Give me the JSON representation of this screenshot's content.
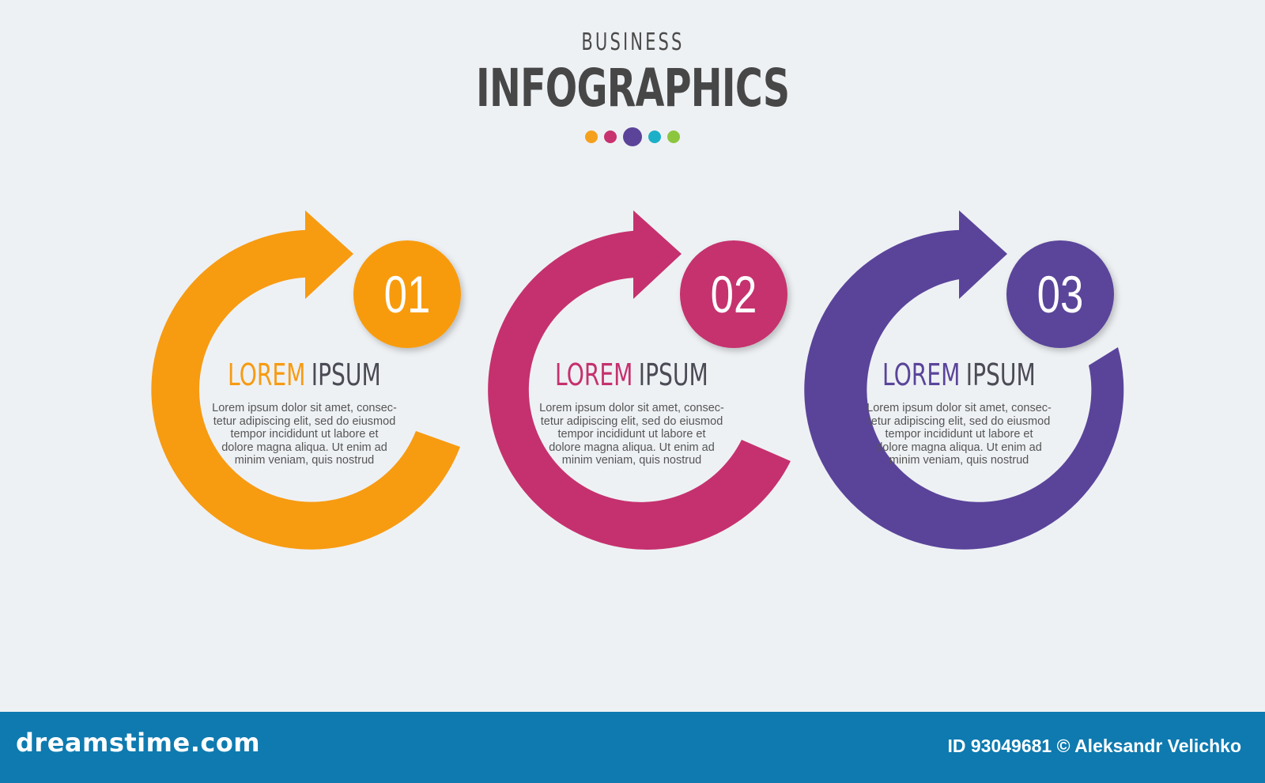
{
  "header": {
    "subtitle": "BUSINESS",
    "title": "INFOGRAPHICS",
    "dot_colors": [
      "#f5a01d",
      "#c8326f",
      "#5b4399",
      "#1bb0c8",
      "#8cc63f"
    ]
  },
  "steps": [
    {
      "number": "01",
      "title_highlight": "LOREM",
      "title_rest": "IPSUM",
      "color": "#f79b11",
      "body_lines": [
        "Lorem ipsum dolor sit amet, consec-",
        "tetur adipiscing elit, sed do eiusmod",
        "tempor incididunt ut labore et",
        "dolore magna aliqua. Ut enim ad",
        "minim veniam, quis nostrud"
      ]
    },
    {
      "number": "02",
      "title_highlight": "LOREM",
      "title_rest": "IPSUM",
      "color": "#c5316e",
      "body_lines": [
        "Lorem ipsum dolor sit amet, consec-",
        "tetur adipiscing elit, sed do eiusmod",
        "tempor incididunt ut labore et",
        "dolore magna aliqua. Ut enim ad",
        "minim veniam, quis nostrud"
      ]
    },
    {
      "number": "03",
      "title_highlight": "LOREM",
      "title_rest": "IPSUM",
      "color": "#5a449a",
      "body_lines": [
        "Lorem ipsum dolor sit amet, consec-",
        "tetur adipiscing elit, sed do eiusmod",
        "tempor incididunt ut labore et",
        "dolore magna aliqua. Ut enim ad",
        "minim veniam, quis nostrud"
      ]
    }
  ],
  "footer": {
    "brand": "dreamstime.com",
    "credit": "ID 93049681 © Aleksandr Velichko"
  }
}
